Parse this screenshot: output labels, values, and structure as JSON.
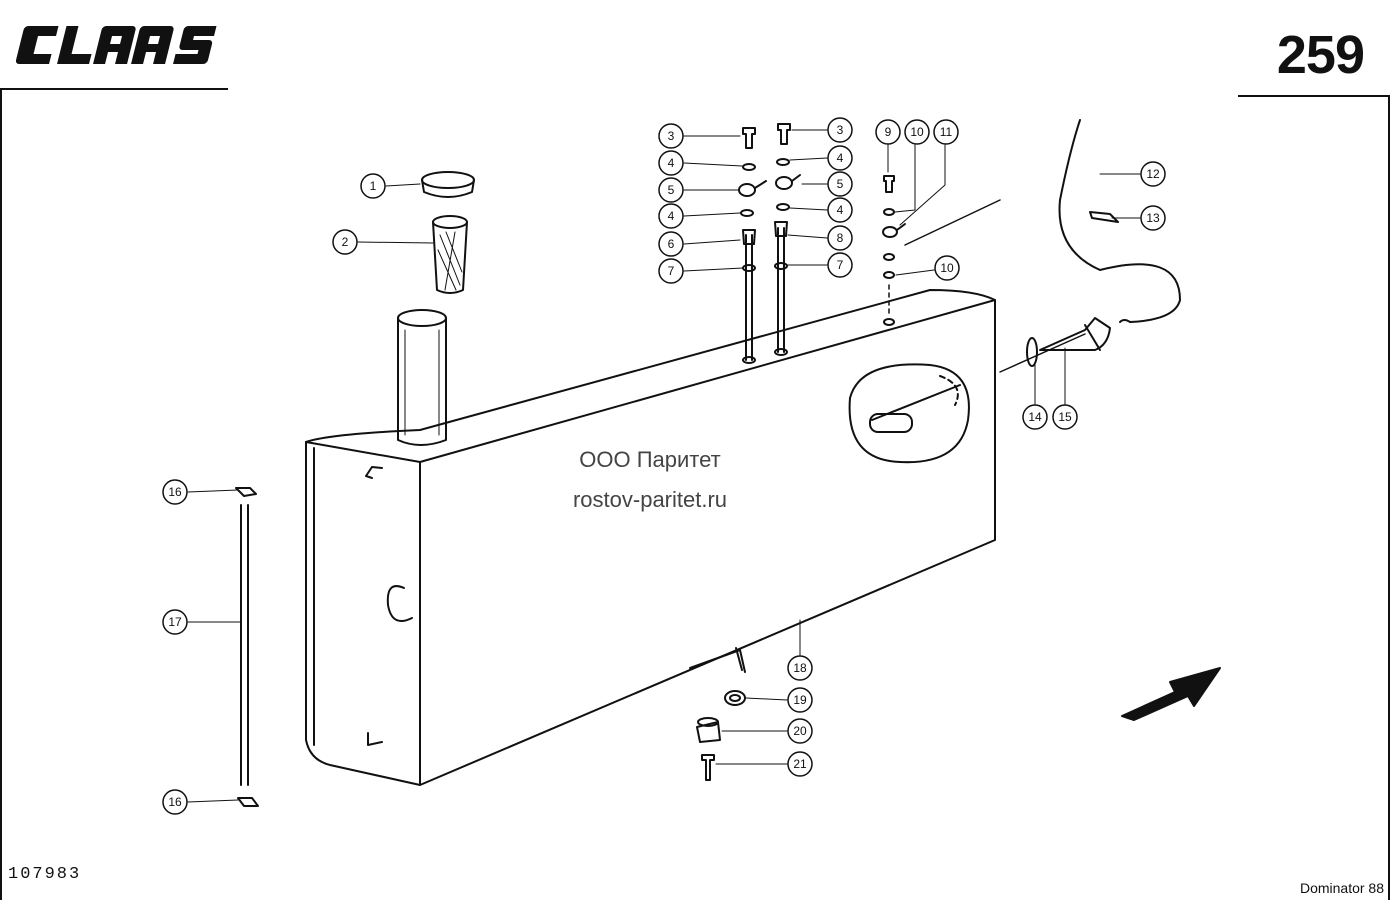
{
  "header": {
    "brand": "CLAAS",
    "page_number": "259"
  },
  "footer": {
    "drawing_number": "107983",
    "model": "Dominator 88"
  },
  "watermark": {
    "line1": "ООО Паритет",
    "line2": "rostov-paritet.ru"
  },
  "callouts": [
    "1",
    "2",
    "3",
    "3",
    "4",
    "4",
    "5",
    "5",
    "4",
    "4",
    "6",
    "8",
    "7",
    "7",
    "9",
    "10",
    "11",
    "12",
    "13",
    "10",
    "14",
    "15",
    "16",
    "17",
    "16",
    "18",
    "19",
    "20",
    "21"
  ]
}
